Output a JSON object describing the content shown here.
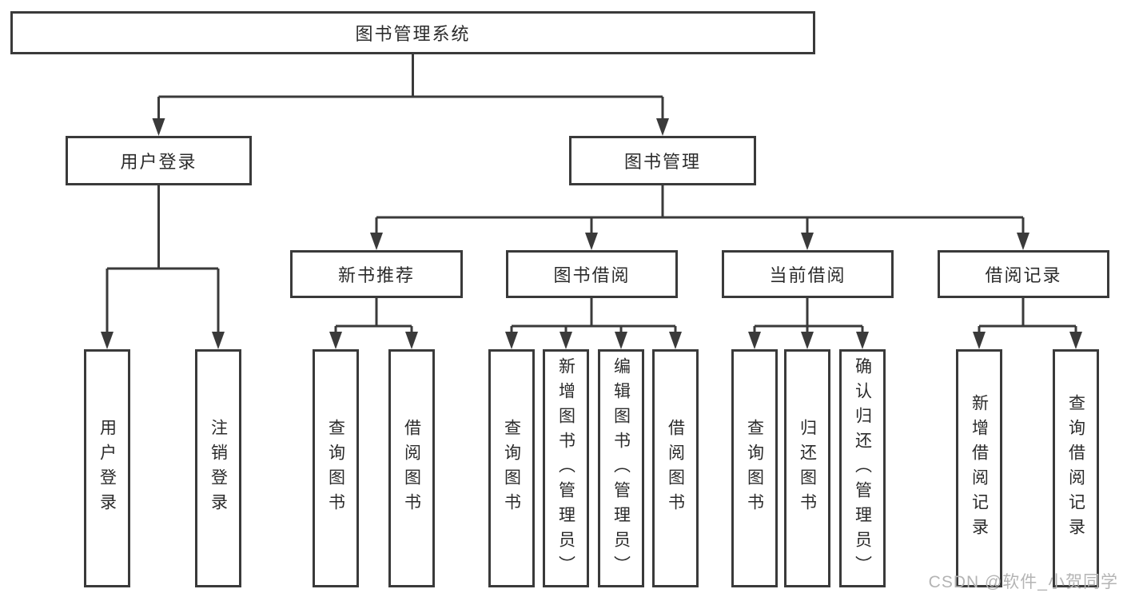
{
  "diagram": {
    "root": {
      "label": "图书管理系统"
    },
    "level2": [
      {
        "label": "用户登录"
      },
      {
        "label": "图书管理"
      }
    ],
    "level3": [
      {
        "label": "新书推荐"
      },
      {
        "label": "图书借阅"
      },
      {
        "label": "当前借阅"
      },
      {
        "label": "借阅记录"
      }
    ],
    "leaves": {
      "user_login": [
        {
          "label": "用户登录"
        },
        {
          "label": "注销登录"
        }
      ],
      "new_book": [
        {
          "label": "查询图书"
        },
        {
          "label": "借阅图书"
        }
      ],
      "book_borrow": [
        {
          "label": "查询图书"
        },
        {
          "label": "新增图书（管理员）"
        },
        {
          "label": "编辑图书（管理员）"
        },
        {
          "label": "借阅图书"
        }
      ],
      "current_borrow": [
        {
          "label": "查询图书"
        },
        {
          "label": "归还图书"
        },
        {
          "label": "确认归还（管理员）"
        }
      ],
      "borrow_record": [
        {
          "label": "新增借阅记录"
        },
        {
          "label": "查询借阅记录"
        }
      ]
    },
    "colors": {
      "line": "#3a3a3a",
      "text": "#2b2b2b",
      "background": "#ffffff",
      "watermark": "#b4b4b4"
    }
  },
  "watermark": {
    "text": "CSDN @软件_小贺同学"
  }
}
